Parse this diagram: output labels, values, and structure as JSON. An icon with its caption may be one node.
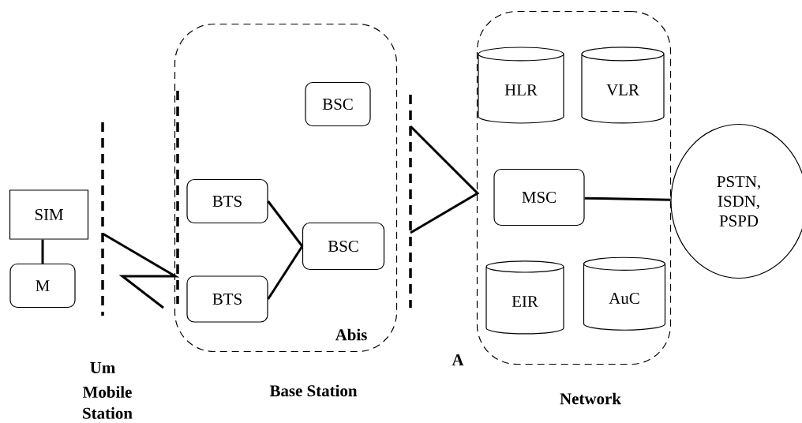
{
  "diagram": {
    "nodes": [
      {
        "text": [
          "SIM"
        ]
      },
      {
        "text": [
          "M"
        ]
      },
      {
        "text": [
          "Base Station"
        ]
      },
      {
        "text": [
          "BSC"
        ],
        "in": 2
      },
      {
        "text": [
          "BTS"
        ],
        "in": 2
      },
      {
        "text": [
          "BTS"
        ],
        "in": 2
      },
      {
        "text": [
          "BSC"
        ],
        "in": 2
      },
      {
        "text": [
          "Network"
        ]
      },
      {
        "text": [
          "HLR"
        ],
        "in": 7
      },
      {
        "text": [
          "VLR"
        ],
        "in": 7
      },
      {
        "text": [
          "MSC"
        ],
        "in": 7
      },
      {
        "text": [
          "EIR"
        ],
        "in": 7
      },
      {
        "text": [
          "AuC"
        ],
        "in": 7
      },
      {
        "text": [
          "PSTN, ISDN, PSPD"
        ]
      }
    ],
    "edges": [
      {
        "from": 0,
        "to": 1,
        "arrow": "none"
      },
      {
        "from": 4,
        "to": 6,
        "arrow": "none"
      },
      {
        "from": 5,
        "to": 6,
        "arrow": "none"
      },
      {
        "from": 10,
        "to": 13,
        "arrow": "none"
      }
    ],
    "labels": [
      "Um",
      "Mobile Station",
      "Abis",
      "A"
    ]
  }
}
